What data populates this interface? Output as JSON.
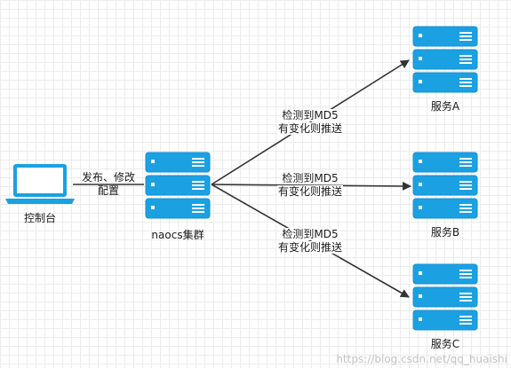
{
  "nodes": {
    "console": "控制台",
    "nacos": "naocs集群",
    "service_a": "服务A",
    "service_b": "服务B",
    "service_c": "服务C"
  },
  "edges": {
    "publish": [
      "发布、修改",
      "配置"
    ],
    "to_a": [
      "检测到MD5",
      "有变化则推送"
    ],
    "to_b": [
      "检测到MD5",
      "有变化则推送"
    ],
    "to_c": [
      "检测到MD5",
      "有变化则推送"
    ]
  },
  "watermark": "https://blog.csdn.net/qq_huaishi",
  "colors": {
    "server_fill": "#1ba1e2",
    "server_stroke": "#1590cf",
    "laptop_fill": "#1ba1e2",
    "arrow": "#333333"
  },
  "icons": {
    "console": "laptop-icon",
    "server": "server-rack-icon"
  }
}
